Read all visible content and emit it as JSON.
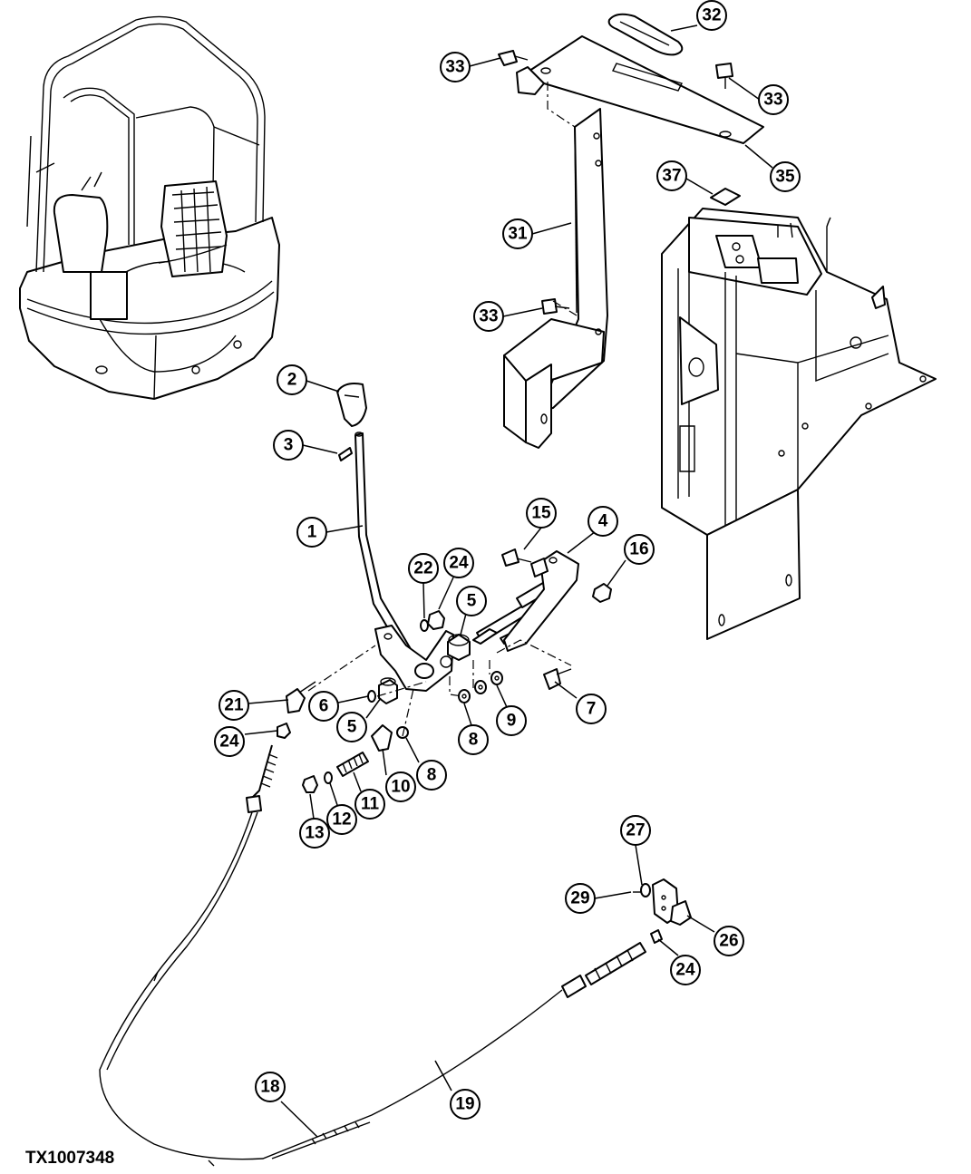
{
  "figure_id": "TX1007348",
  "callouts": [
    {
      "id": "c32a",
      "label": "32"
    },
    {
      "id": "c33a",
      "label": "33"
    },
    {
      "id": "c33b",
      "label": "33"
    },
    {
      "id": "c35",
      "label": "35"
    },
    {
      "id": "c37",
      "label": "37"
    },
    {
      "id": "c31",
      "label": "31"
    },
    {
      "id": "c33c",
      "label": "33"
    },
    {
      "id": "c2",
      "label": "2"
    },
    {
      "id": "c3",
      "label": "3"
    },
    {
      "id": "c1",
      "label": "1"
    },
    {
      "id": "c15",
      "label": "15"
    },
    {
      "id": "c4",
      "label": "4"
    },
    {
      "id": "c16",
      "label": "16"
    },
    {
      "id": "c22",
      "label": "22"
    },
    {
      "id": "c24a",
      "label": "24"
    },
    {
      "id": "c5a",
      "label": "5"
    },
    {
      "id": "c21",
      "label": "21"
    },
    {
      "id": "c6",
      "label": "6"
    },
    {
      "id": "c5b",
      "label": "5"
    },
    {
      "id": "c7",
      "label": "7"
    },
    {
      "id": "c9",
      "label": "9"
    },
    {
      "id": "c8a",
      "label": "8"
    },
    {
      "id": "c24b",
      "label": "24"
    },
    {
      "id": "c8b",
      "label": "8"
    },
    {
      "id": "c10",
      "label": "10"
    },
    {
      "id": "c11",
      "label": "11"
    },
    {
      "id": "c12",
      "label": "12"
    },
    {
      "id": "c13",
      "label": "13"
    },
    {
      "id": "c27",
      "label": "27"
    },
    {
      "id": "c29",
      "label": "29"
    },
    {
      "id": "c26",
      "label": "26"
    },
    {
      "id": "c24c",
      "label": "24"
    },
    {
      "id": "c18",
      "label": "18"
    },
    {
      "id": "c19",
      "label": "19"
    }
  ]
}
